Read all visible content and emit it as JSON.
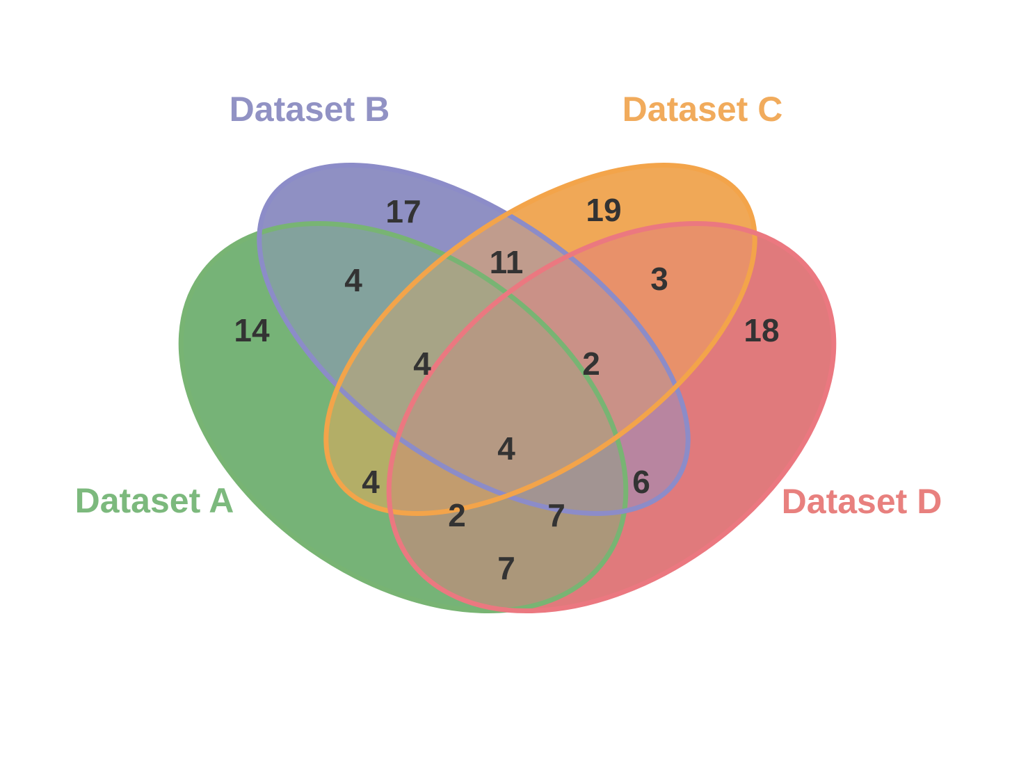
{
  "chart_data": {
    "type": "venn",
    "subtype": "4-set-ellipse-venn",
    "background": "#ffffff",
    "value_color": "#333333",
    "sets": [
      {
        "id": "A",
        "label": "Dataset A",
        "fill": "#76b377",
        "stroke": "#78b473",
        "label_color": "#7cb97d"
      },
      {
        "id": "B",
        "label": "Dataset B",
        "fill": "#8f90c3",
        "stroke": "#8c8cc8",
        "label_color": "#9192c4"
      },
      {
        "id": "C",
        "label": "Dataset C",
        "fill": "#f0a857",
        "stroke": "#f3a44a",
        "label_color": "#f1ab5c"
      },
      {
        "id": "D",
        "label": "Dataset D",
        "fill": "#e07a7c",
        "stroke": "#eb7880",
        "label_color": "#e8807e"
      }
    ],
    "regions": {
      "A": 14,
      "B": 17,
      "C": 19,
      "D": 18,
      "AB": 4,
      "BC": 11,
      "CD": 3,
      "AC": 4,
      "BD": 6,
      "AD": 7,
      "ABC": 4,
      "BCD": 2,
      "ACD": 2,
      "ABD": 7,
      "ABCD": 4
    },
    "legend_position": "corner-labels",
    "grid": false
  }
}
